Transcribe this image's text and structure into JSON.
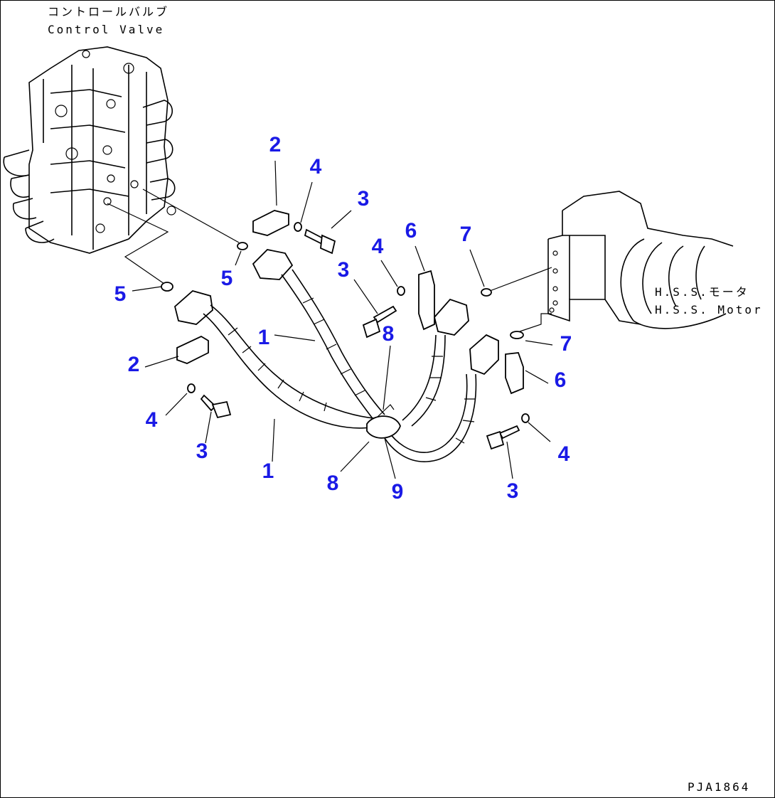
{
  "captions": {
    "control_valve_jp": "コントロールバルブ",
    "control_valve_en": "Control Valve",
    "hss_motor_jp": "H.S.S.モータ",
    "hss_motor_en": "H.S.S. Motor",
    "drawing_code": "PJA1864"
  },
  "colors": {
    "callout": "#1a1ae6",
    "line": "#000000"
  },
  "callouts": [
    {
      "id": "c2a",
      "label": "2"
    },
    {
      "id": "c4a",
      "label": "4"
    },
    {
      "id": "c3a",
      "label": "3"
    },
    {
      "id": "c4b",
      "label": "4"
    },
    {
      "id": "c6a",
      "label": "6"
    },
    {
      "id": "c7a",
      "label": "7"
    },
    {
      "id": "c3b",
      "label": "3"
    },
    {
      "id": "c5a",
      "label": "5"
    },
    {
      "id": "c5b",
      "label": "5"
    },
    {
      "id": "c1a",
      "label": "1"
    },
    {
      "id": "c8a",
      "label": "8"
    },
    {
      "id": "c2b",
      "label": "2"
    },
    {
      "id": "c7b",
      "label": "7"
    },
    {
      "id": "c6b",
      "label": "6"
    },
    {
      "id": "c4c",
      "label": "4"
    },
    {
      "id": "c3c",
      "label": "3"
    },
    {
      "id": "c1b",
      "label": "1"
    },
    {
      "id": "c4d",
      "label": "4"
    },
    {
      "id": "c8b",
      "label": "8"
    },
    {
      "id": "c9a",
      "label": "9"
    },
    {
      "id": "c3d",
      "label": "3"
    }
  ]
}
